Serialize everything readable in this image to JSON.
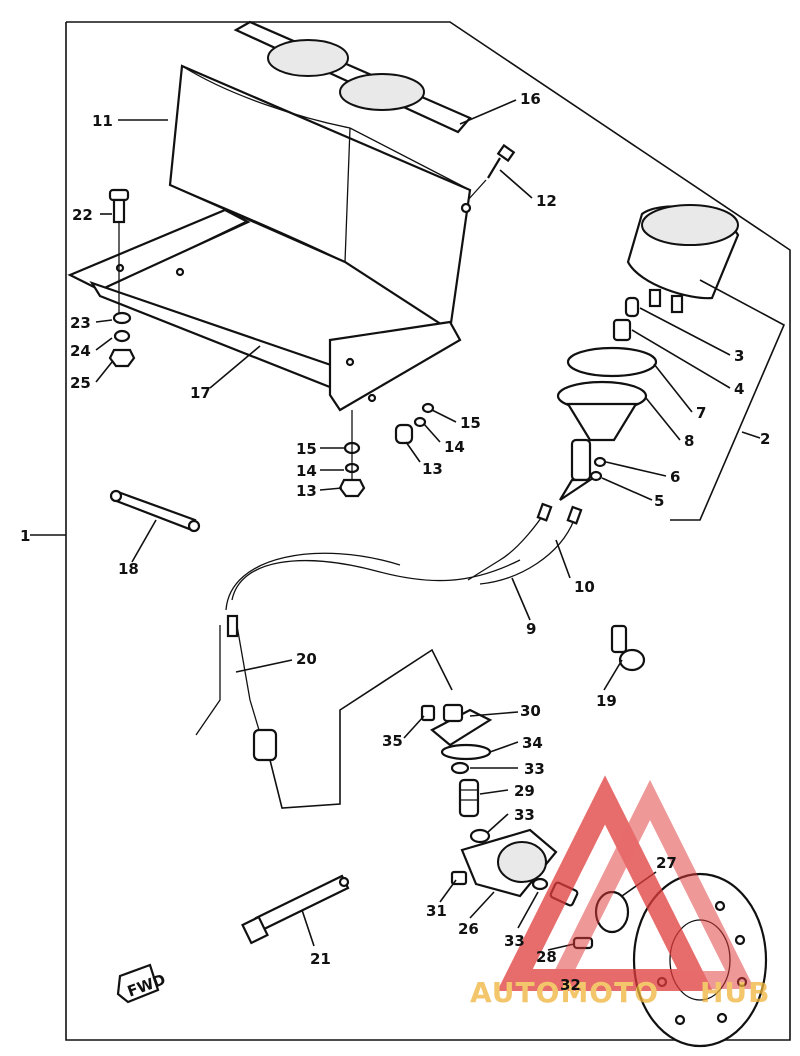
{
  "diagram": {
    "callouts": {
      "c1": "1",
      "c2": "2",
      "c3": "3",
      "c4": "4",
      "c5": "5",
      "c6": "6",
      "c7": "7",
      "c8": "8",
      "c9": "9",
      "c10": "10",
      "c11": "11",
      "c12": "12",
      "c13a": "13",
      "c13b": "13",
      "c14a": "14",
      "c14b": "14",
      "c15a": "15",
      "c15b": "15",
      "c16": "16",
      "c17": "17",
      "c18": "18",
      "c19": "19",
      "c20": "20",
      "c21": "21",
      "c22": "22",
      "c23": "23",
      "c24": "24",
      "c25": "25",
      "c26": "26",
      "c27": "27",
      "c28": "28",
      "c29": "29",
      "c30": "30",
      "c31": "31",
      "c32": "32",
      "c33a": "33",
      "c33b": "33",
      "c33c": "33",
      "c34": "34",
      "c35": "35"
    },
    "fwd_marking": "FWD",
    "colors": {
      "line": "#111111",
      "watermark_red": "#e03b3b",
      "watermark_gold": "#f0b43a"
    }
  },
  "watermark": {
    "text_a": "AUTOMOTO",
    "text_b": "HUB"
  }
}
